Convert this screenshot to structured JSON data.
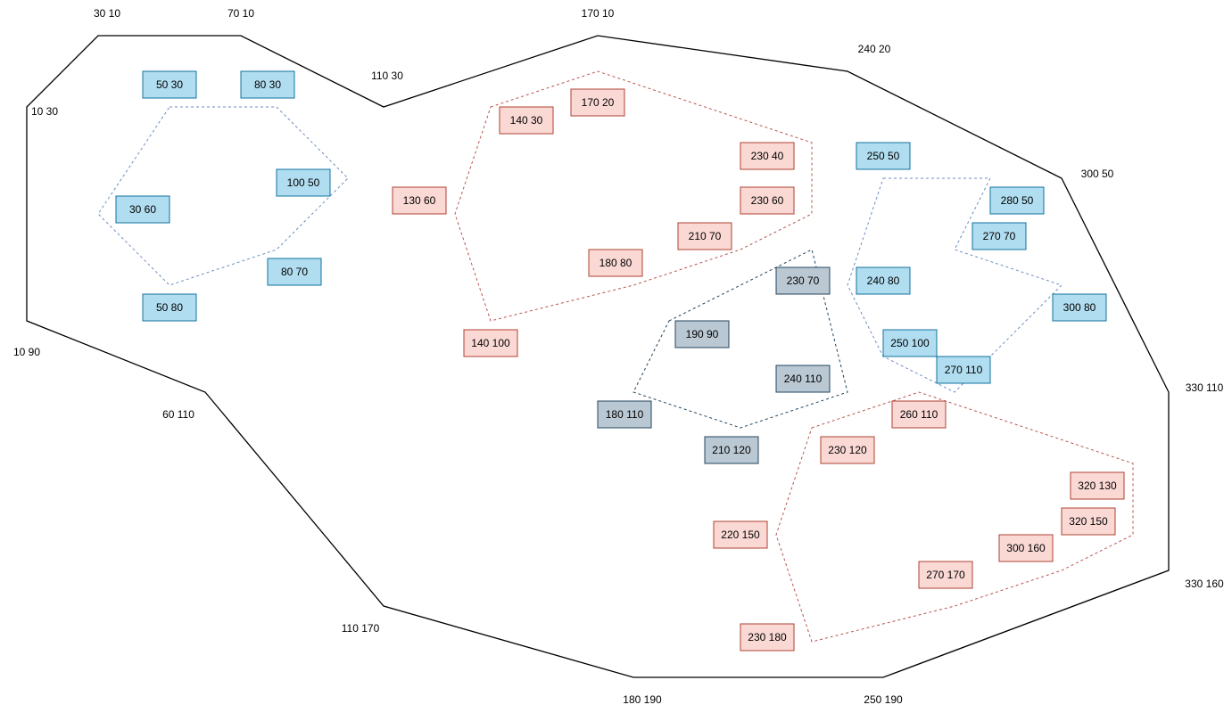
{
  "colors": {
    "outline_stroke": "#000000",
    "blue_fill": "#b1ddf0",
    "blue_stroke": "#10739e",
    "blue_dash": "#6c8ebf",
    "red_fill": "#fad9d5",
    "red_stroke": "#ae4132",
    "red_dash": "#b85450",
    "gray_fill": "#bac8d3",
    "gray_stroke": "#23445d",
    "gray_dash": "#23445d"
  },
  "outline_labels": [
    "30 10",
    "70 10",
    "110 30",
    "170 10",
    "240 20",
    "300 50",
    "330 110",
    "330 160",
    "250 190",
    "180 190",
    "110 170",
    "60 110",
    "10 90",
    "10 30"
  ],
  "clusters": [
    {
      "name": "blue-left",
      "color": "blue",
      "boxes": [
        "50 30",
        "80 30",
        "100 50",
        "30 60",
        "80 70",
        "50 80"
      ]
    },
    {
      "name": "red-top",
      "color": "red",
      "boxes": [
        "140 30",
        "170 20",
        "230 40",
        "230 60",
        "130 60",
        "210 70",
        "180 80",
        "140 100"
      ]
    },
    {
      "name": "gray-middle",
      "color": "gray",
      "boxes": [
        "230 70",
        "190 90",
        "240 110",
        "180 110",
        "210 120"
      ]
    },
    {
      "name": "blue-right",
      "color": "blue",
      "boxes": [
        "250 50",
        "280 50",
        "270 70",
        "240 80",
        "300 80",
        "250 100",
        "270 110"
      ]
    },
    {
      "name": "red-bottom",
      "color": "red",
      "boxes": [
        "260 110",
        "230 120",
        "320 130",
        "320 150",
        "220 150",
        "300 160",
        "270 170",
        "230 180"
      ]
    }
  ]
}
